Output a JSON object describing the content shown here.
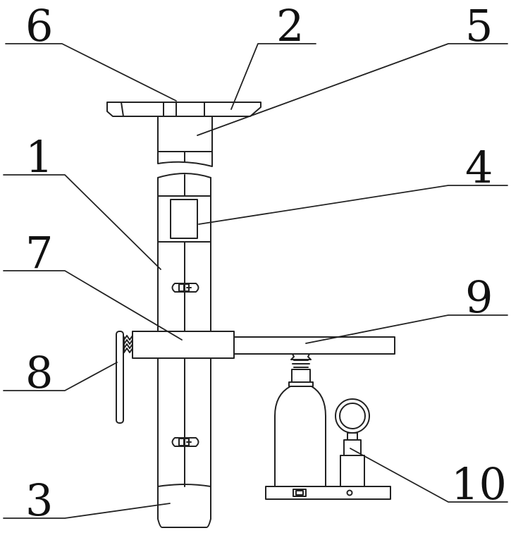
{
  "diagram": {
    "line_color": "#222222",
    "background": "#ffffff",
    "callouts": [
      {
        "id": "c6",
        "label": "6"
      },
      {
        "id": "c2",
        "label": "2"
      },
      {
        "id": "c5",
        "label": "5"
      },
      {
        "id": "c1",
        "label": "1"
      },
      {
        "id": "c4",
        "label": "4"
      },
      {
        "id": "c7",
        "label": "7"
      },
      {
        "id": "c9",
        "label": "9"
      },
      {
        "id": "c8",
        "label": "8"
      },
      {
        "id": "c3",
        "label": "3"
      },
      {
        "id": "c10",
        "label": "10"
      }
    ]
  }
}
